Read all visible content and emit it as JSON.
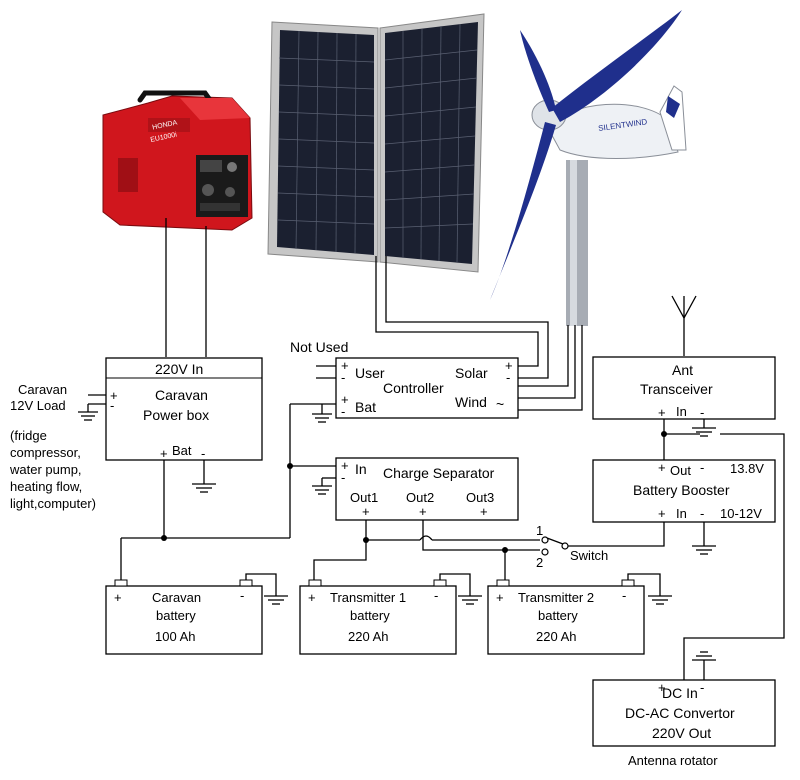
{
  "generator": {
    "brand": "HONDA",
    "model": "EU1000i",
    "color_body": "#d0161d"
  },
  "solar_panel": {
    "frame_color": "#bfbfbf",
    "cell_color": "#1b2030"
  },
  "wind_turbine": {
    "logo": "SILENTWIND",
    "blade_color": "#1f2f8c"
  },
  "power_box": {
    "in_label": "220V In",
    "title1": "Caravan",
    "title2": "Power box",
    "bat_label": "Bat",
    "plus": "+",
    "minus": "-"
  },
  "caravan_load": {
    "line1": "Caravan",
    "line2": "12V Load",
    "notes": [
      "(fridge",
      "compressor,",
      "water pump,",
      "heating flow,",
      "light,computer)"
    ]
  },
  "controller": {
    "not_used": "Not Used",
    "user": "User",
    "bat": "Bat",
    "title": "Controller",
    "solar": "Solar",
    "wind": "Wind"
  },
  "ant_transceiver": {
    "title1": "Ant",
    "title2": "Transceiver",
    "in": "In"
  },
  "battery_booster": {
    "out": "Out",
    "out_v": "13.8V",
    "title": "Battery Booster",
    "in": "In",
    "in_v": "10-12V"
  },
  "charge_separator": {
    "in": "In",
    "title": "Charge Separator",
    "out1": "Out1",
    "out2": "Out2",
    "out3": "Out3"
  },
  "switch": {
    "pos1": "1",
    "pos2": "2",
    "label": "Switch"
  },
  "caravan_battery": {
    "line1": "Caravan",
    "line2": "battery",
    "line3": "100 Ah"
  },
  "tx1_battery": {
    "line1": "Transmitter 1",
    "line2": "battery",
    "line3": "220 Ah"
  },
  "tx2_battery": {
    "line1": "Transmitter 2",
    "line2": "battery",
    "line3": "220 Ah"
  },
  "dc_ac": {
    "dc_in": "DC In",
    "title": "DC-AC Convertor",
    "out": "220V Out",
    "footer": "Antenna rotator"
  }
}
